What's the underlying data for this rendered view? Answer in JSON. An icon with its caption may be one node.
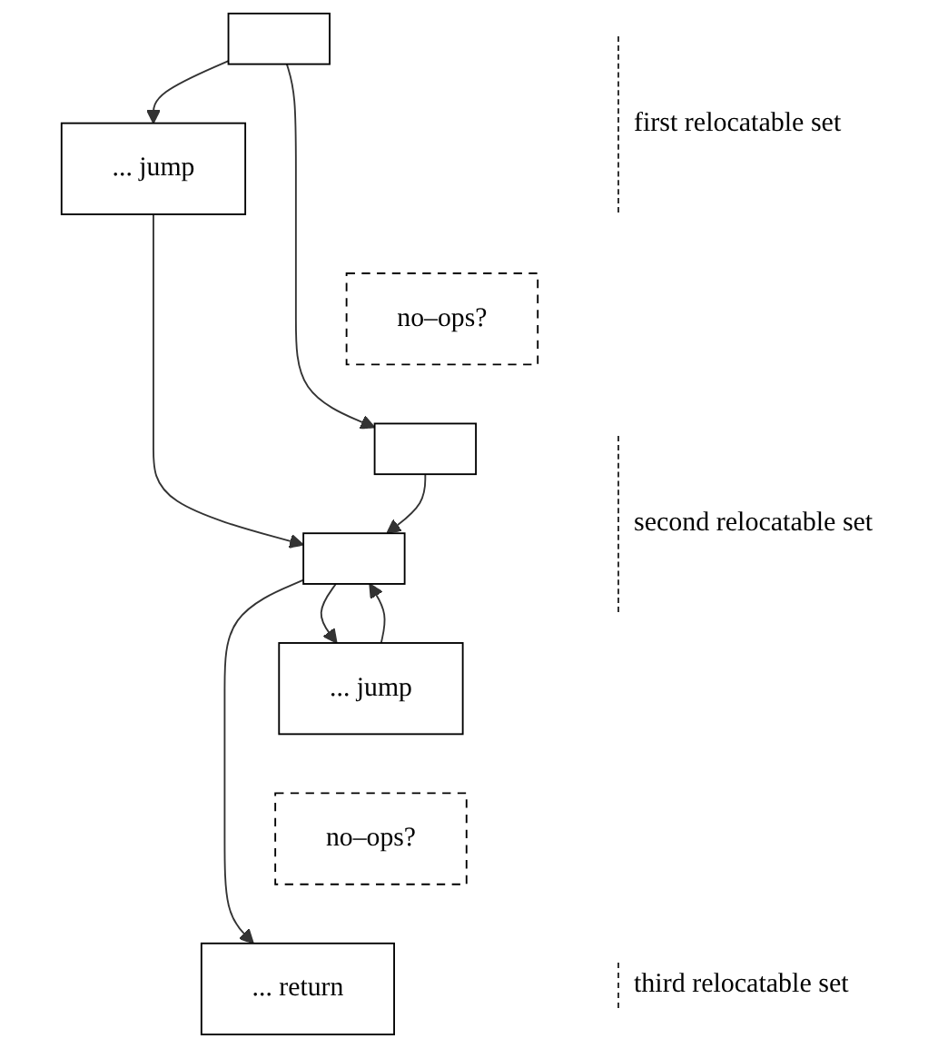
{
  "diagram": {
    "nodes": [
      {
        "text": [],
        "shape": "box"
      },
      {
        "text": [
          "... jump"
        ]
      },
      {
        "text": [
          "no–ops?"
        ]
      },
      {
        "text": [],
        "shape": "box"
      },
      {
        "text": [],
        "shape": "box"
      },
      {
        "text": [
          "... jump"
        ]
      },
      {
        "text": [
          "no–ops?"
        ]
      },
      {
        "text": [
          "... return"
        ]
      }
    ],
    "edges": [
      {
        "from": 0,
        "to": 1,
        "arrow": "to"
      },
      {
        "from": 0,
        "to": 3,
        "arrow": "to"
      },
      {
        "from": 1,
        "to": 4,
        "arrow": "to"
      },
      {
        "from": 3,
        "to": 4,
        "arrow": "to"
      },
      {
        "from": 4,
        "to": 5,
        "arrow": "to"
      },
      {
        "from": 5,
        "to": 4,
        "arrow": "to"
      },
      {
        "from": 4,
        "to": 7,
        "arrow": "to"
      }
    ],
    "labels": [
      "first relocatable set",
      "second relocatable set",
      "third relocatable set"
    ]
  }
}
